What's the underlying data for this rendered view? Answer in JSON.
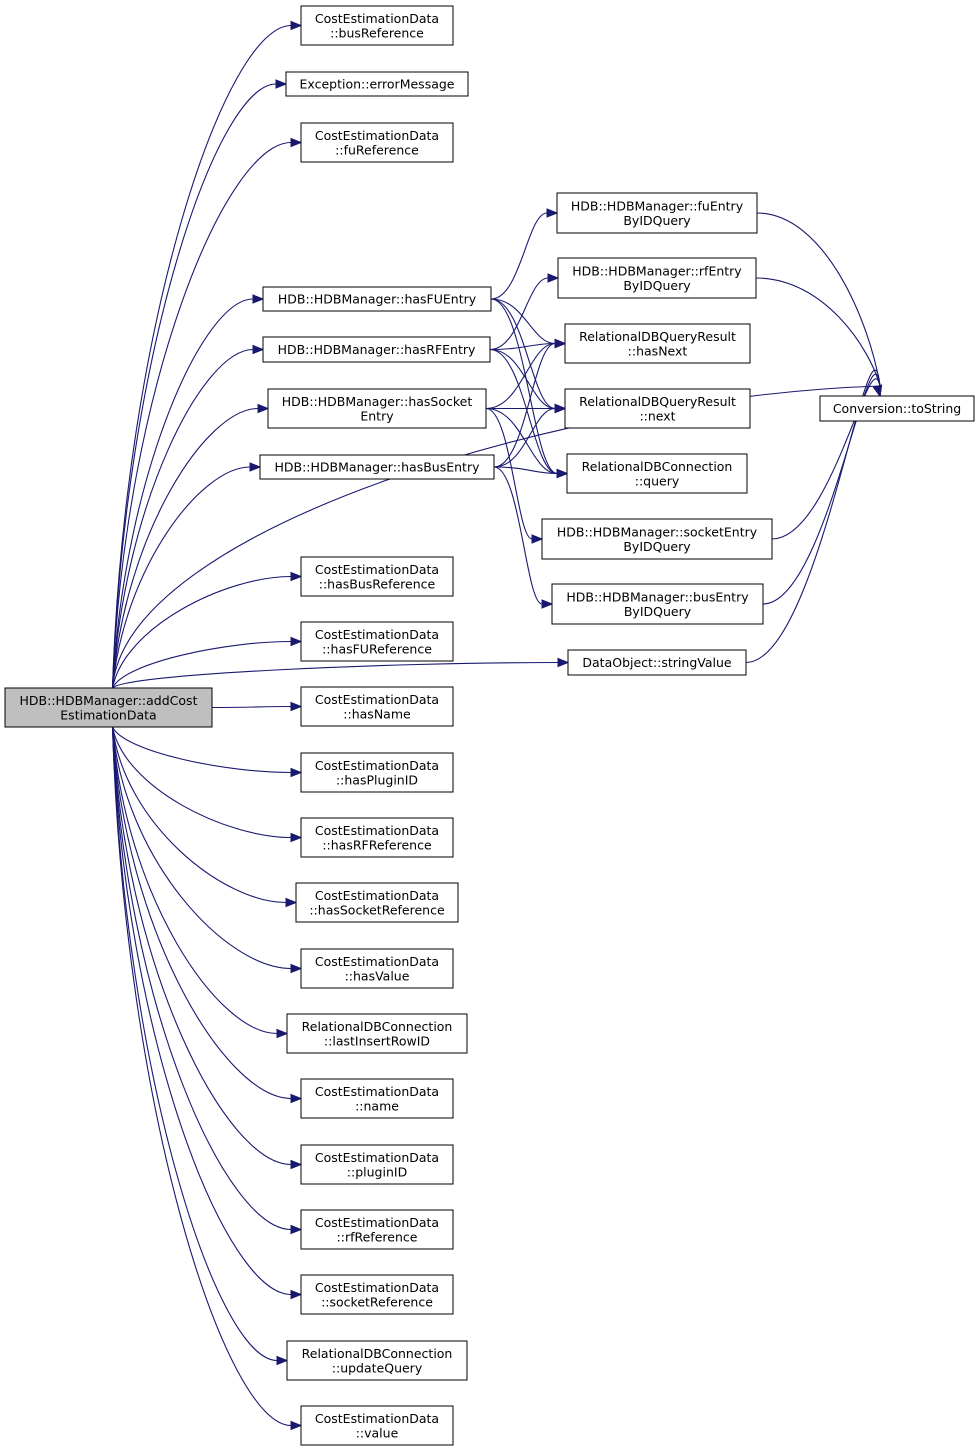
{
  "nodes": {
    "addCost": {
      "lines": [
        "HDB::HDBManager::addCost",
        "EstimationData"
      ]
    },
    "busRef": {
      "lines": [
        "CostEstimationData",
        "::busReference"
      ]
    },
    "errMsg": {
      "lines": [
        "Exception::errorMessage"
      ]
    },
    "fuRef": {
      "lines": [
        "CostEstimationData",
        "::fuReference"
      ]
    },
    "hasFU": {
      "lines": [
        "HDB::HDBManager::hasFUEntry"
      ]
    },
    "hasRF": {
      "lines": [
        "HDB::HDBManager::hasRFEntry"
      ]
    },
    "hasSocket": {
      "lines": [
        "HDB::HDBManager::hasSocket",
        "Entry"
      ]
    },
    "hasBus": {
      "lines": [
        "HDB::HDBManager::hasBusEntry"
      ]
    },
    "hasBusRef": {
      "lines": [
        "CostEstimationData",
        "::hasBusReference"
      ]
    },
    "hasFURef": {
      "lines": [
        "CostEstimationData",
        "::hasFUReference"
      ]
    },
    "hasName": {
      "lines": [
        "CostEstimationData",
        "::hasName"
      ]
    },
    "hasPlugin": {
      "lines": [
        "CostEstimationData",
        "::hasPluginID"
      ]
    },
    "hasRFRef": {
      "lines": [
        "CostEstimationData",
        "::hasRFReference"
      ]
    },
    "hasSockRef": {
      "lines": [
        "CostEstimationData",
        "::hasSocketReference"
      ]
    },
    "hasValue": {
      "lines": [
        "CostEstimationData",
        "::hasValue"
      ]
    },
    "lastInsert": {
      "lines": [
        "RelationalDBConnection",
        "::lastInsertRowID"
      ]
    },
    "name": {
      "lines": [
        "CostEstimationData",
        "::name"
      ]
    },
    "pluginID": {
      "lines": [
        "CostEstimationData",
        "::pluginID"
      ]
    },
    "rfRef": {
      "lines": [
        "CostEstimationData",
        "::rfReference"
      ]
    },
    "sockRef": {
      "lines": [
        "CostEstimationData",
        "::socketReference"
      ]
    },
    "updQuery": {
      "lines": [
        "RelationalDBConnection",
        "::updateQuery"
      ]
    },
    "value": {
      "lines": [
        "CostEstimationData",
        "::value"
      ]
    },
    "fuById": {
      "lines": [
        "HDB::HDBManager::fuEntry",
        "ByIDQuery"
      ]
    },
    "rfById": {
      "lines": [
        "HDB::HDBManager::rfEntry",
        "ByIDQuery"
      ]
    },
    "hasNext": {
      "lines": [
        "RelationalDBQueryResult",
        "::hasNext"
      ]
    },
    "next": {
      "lines": [
        "RelationalDBQueryResult",
        "::next"
      ]
    },
    "query": {
      "lines": [
        "RelationalDBConnection",
        "::query"
      ]
    },
    "sockById": {
      "lines": [
        "HDB::HDBManager::socketEntry",
        "ByIDQuery"
      ]
    },
    "busById": {
      "lines": [
        "HDB::HDBManager::busEntry",
        "ByIDQuery"
      ]
    },
    "strVal": {
      "lines": [
        "DataObject::stringValue"
      ]
    },
    "toString": {
      "lines": [
        "Conversion::toString"
      ]
    }
  },
  "edges": [
    [
      "addCost",
      "busRef"
    ],
    [
      "addCost",
      "errMsg"
    ],
    [
      "addCost",
      "fuRef"
    ],
    [
      "addCost",
      "toString"
    ],
    [
      "addCost",
      "hasFU"
    ],
    [
      "addCost",
      "hasRF"
    ],
    [
      "addCost",
      "hasSocket"
    ],
    [
      "addCost",
      "hasBus"
    ],
    [
      "addCost",
      "strVal"
    ],
    [
      "addCost",
      "hasBusRef"
    ],
    [
      "addCost",
      "hasFURef"
    ],
    [
      "addCost",
      "hasName"
    ],
    [
      "addCost",
      "hasPlugin"
    ],
    [
      "addCost",
      "hasRFRef"
    ],
    [
      "addCost",
      "hasSockRef"
    ],
    [
      "addCost",
      "hasValue"
    ],
    [
      "addCost",
      "lastInsert"
    ],
    [
      "addCost",
      "name"
    ],
    [
      "addCost",
      "pluginID"
    ],
    [
      "addCost",
      "rfRef"
    ],
    [
      "addCost",
      "sockRef"
    ],
    [
      "addCost",
      "updQuery"
    ],
    [
      "addCost",
      "value"
    ],
    [
      "hasFU",
      "fuById"
    ],
    [
      "hasFU",
      "hasNext"
    ],
    [
      "hasFU",
      "next"
    ],
    [
      "hasFU",
      "query"
    ],
    [
      "hasRF",
      "rfById"
    ],
    [
      "hasRF",
      "hasNext"
    ],
    [
      "hasRF",
      "next"
    ],
    [
      "hasRF",
      "query"
    ],
    [
      "hasSocket",
      "hasNext"
    ],
    [
      "hasSocket",
      "next"
    ],
    [
      "hasSocket",
      "query"
    ],
    [
      "hasSocket",
      "sockById"
    ],
    [
      "hasBus",
      "hasNext"
    ],
    [
      "hasBus",
      "next"
    ],
    [
      "hasBus",
      "query"
    ],
    [
      "hasBus",
      "busById"
    ],
    [
      "fuById",
      "toString"
    ],
    [
      "rfById",
      "toString"
    ],
    [
      "sockById",
      "toString"
    ],
    [
      "busById",
      "toString"
    ],
    [
      "strVal",
      "toString"
    ]
  ]
}
